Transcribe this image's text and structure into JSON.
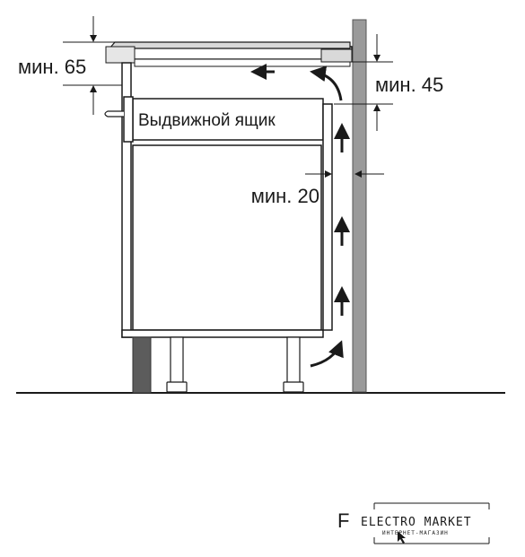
{
  "labels": {
    "top_clearance": "мин. 65",
    "rear_clearance": "мин. 45",
    "side_gap": "мин. 20",
    "drawer": "Выдвижной ящик"
  },
  "watermark": {
    "letter": "F",
    "brand": "ELECTRO MARKET",
    "subtitle": "ИНТЕРНЕТ-МАГАЗИН"
  },
  "colors": {
    "line": "#1a1a1a",
    "wall": "#9a9a9a",
    "plinth": "#5c5c5c",
    "hob": "#d9d9d9"
  }
}
